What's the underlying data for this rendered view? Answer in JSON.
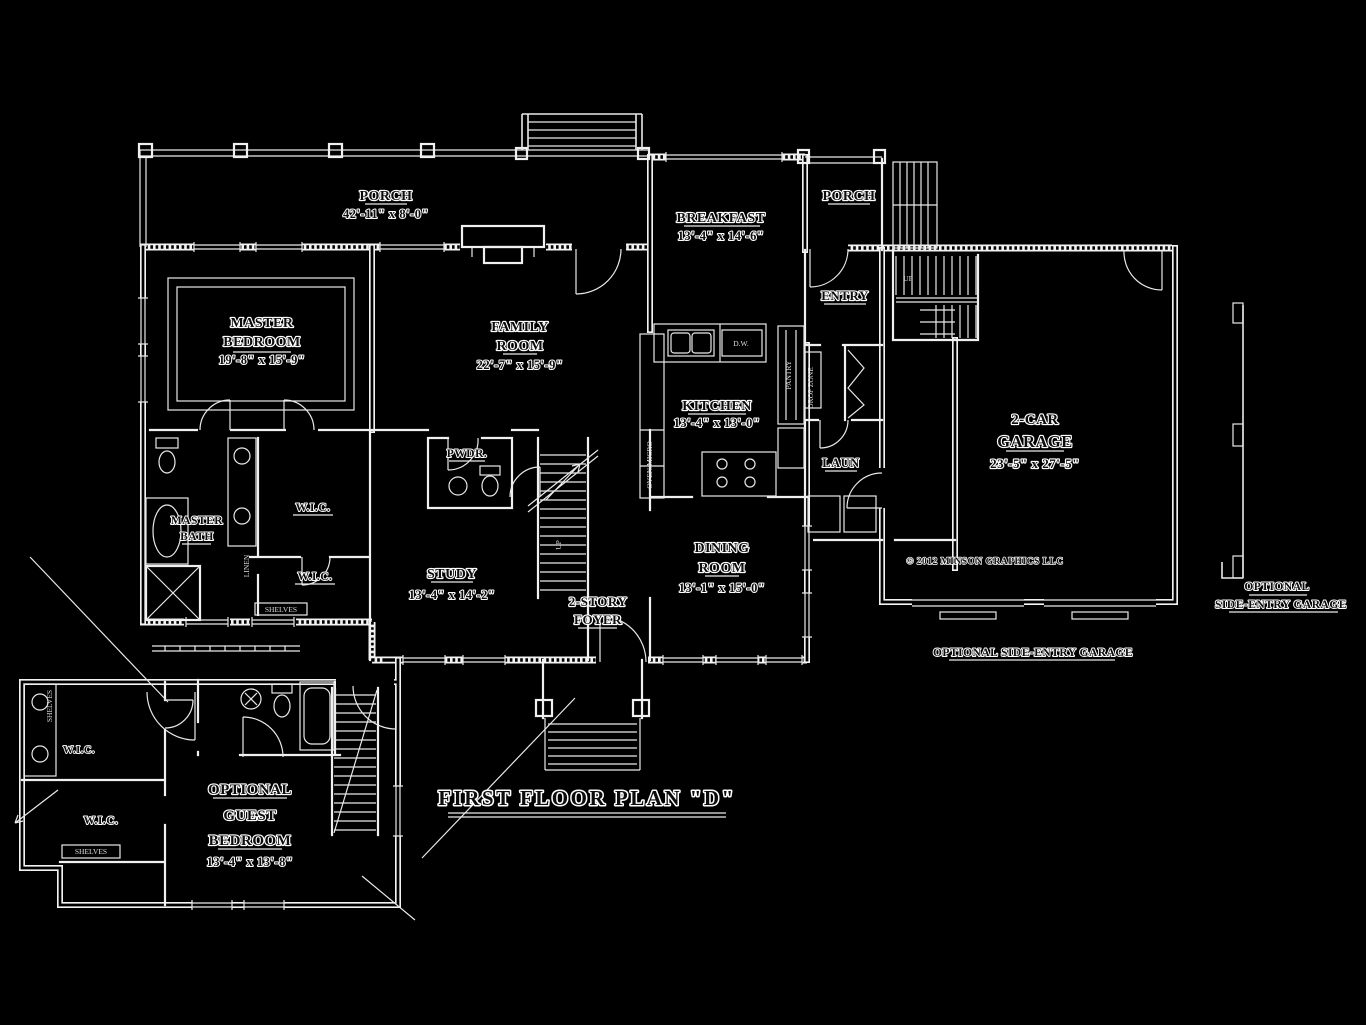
{
  "title": {
    "text": "FIRST FLOOR PLAN \"D\""
  },
  "rooms": {
    "porch_front": {
      "name": "PORCH",
      "dims": "42'-11\" x 8'-0\""
    },
    "master_bedroom": {
      "l1": "MASTER",
      "l2": "BEDROOM",
      "dims": "19'-8\" x 15'-9\""
    },
    "family_room": {
      "l1": "FAMILY",
      "l2": "ROOM",
      "dims": "22'-7\" x 15'-9\""
    },
    "breakfast": {
      "name": "BREAKFAST",
      "dims": "13'-4\" x 14'-6\""
    },
    "porch_rear": {
      "name": "PORCH"
    },
    "entry": {
      "name": "ENTRY"
    },
    "kitchen": {
      "name": "KITCHEN",
      "dims": "13'-4\" x 13'-0\""
    },
    "powder": {
      "name": "PWDR."
    },
    "laundry": {
      "name": "LAUN"
    },
    "master_bath": {
      "l1": "MASTER",
      "l2": "BATH"
    },
    "wic_1": {
      "name": "W.I.C."
    },
    "wic_2": {
      "name": "W.I.C."
    },
    "wic_3": {
      "name": "W.I.C."
    },
    "wic_4": {
      "name": "W.I.C."
    },
    "study": {
      "name": "STUDY",
      "dims": "13'-4\" x 14'-2\""
    },
    "foyer": {
      "l1": "2-STORY",
      "l2": "FOYER"
    },
    "dining": {
      "l1": "DINING",
      "l2": "ROOM",
      "dims": "13'-1\" x 15'-0\""
    },
    "garage": {
      "l1": "2-CAR",
      "l2": "GARAGE",
      "dims": "23'-5\" x 27'-5\""
    },
    "guest": {
      "l1": "OPTIONAL",
      "l2": "GUEST",
      "l3": "BEDROOM",
      "dims": "13'-4\" x 13'-8\""
    }
  },
  "annotations": {
    "side_entry_bottom": "OPTIONAL SIDE-ENTRY GARAGE",
    "side_entry_right_1": "OPTIONAL",
    "side_entry_right_2": "SIDE-ENTRY GARAGE",
    "copyright": "© 2012 MINSON GRAPHICS LLC",
    "up": "UP",
    "pantry": "PANTRY",
    "drop_zone": "DROP ZONE",
    "oven_micro": "OVEN/MICRO",
    "linen": "LINEN",
    "dw": "D.W.",
    "shelves": "SHELVES"
  },
  "colors": {
    "background": "#000000",
    "line": "#ffffff",
    "text_core": "#101010",
    "text_halo": "#ffffff"
  }
}
